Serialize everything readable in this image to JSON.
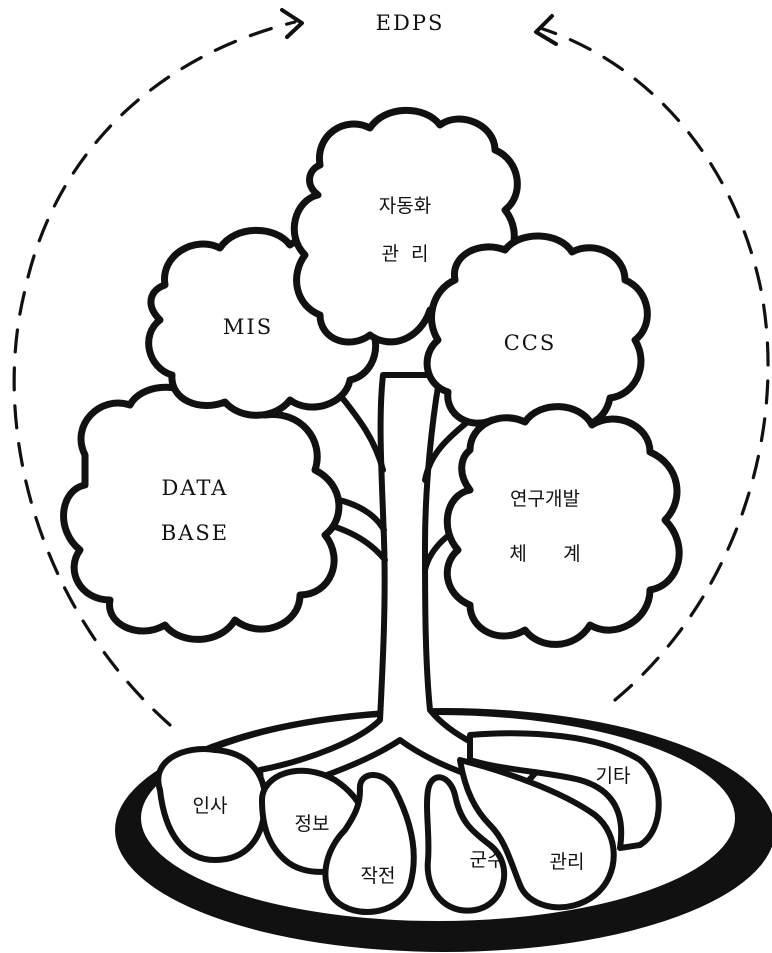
{
  "top_label": "EDPS",
  "crowns": {
    "automation": {
      "line1": "자동화",
      "line2": "관  리"
    },
    "mis": "MIS",
    "ccs": "CCS",
    "database": {
      "line1": "DATA",
      "line2": "BASE"
    },
    "rnd": {
      "line1": "연구개발",
      "line2": "체      계"
    }
  },
  "roots": {
    "personnel": "인사",
    "intelligence": "정보",
    "operations": "작전",
    "logistics": "군수",
    "management": "관리",
    "others": "기타"
  }
}
